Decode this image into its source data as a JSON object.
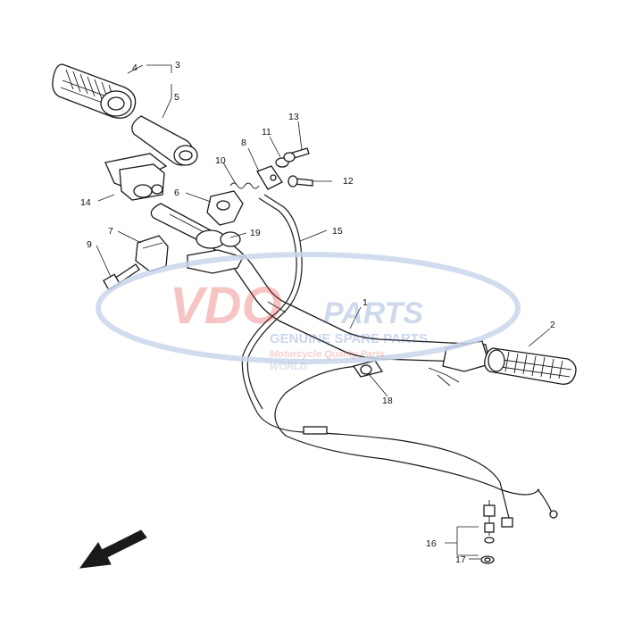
{
  "diagram": {
    "callouts": [
      "1",
      "2",
      "3",
      "4",
      "5",
      "6",
      "7",
      "8",
      "9",
      "10",
      "11",
      "12",
      "13",
      "14",
      "15",
      "16",
      "17",
      "18",
      "19"
    ]
  },
  "watermark": {
    "brand_red": "VDO",
    "brand_blue": "PARTS",
    "tagline": "GENUINE SPARE PARTS",
    "subline": "Motorcycle Quality Parts",
    "small": "WORLD",
    "colors": {
      "red": "#e53a3a",
      "blue": "#2f5fae",
      "ellipse": "#c9d7ec"
    }
  },
  "icons": {
    "direction": "direction-arrow-icon"
  }
}
